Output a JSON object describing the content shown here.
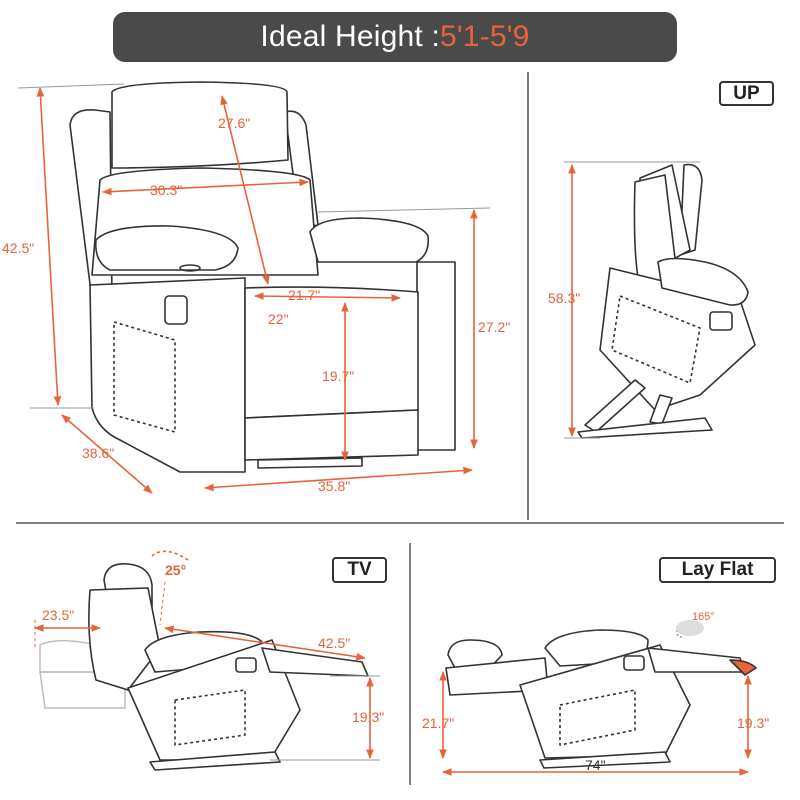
{
  "banner": {
    "label": "Ideal Height : ",
    "value": "5'1-5'9"
  },
  "views": {
    "up": "UP",
    "tv": "TV",
    "lay_flat": "Lay Flat"
  },
  "dimensions": {
    "back_height": "27.6\"",
    "back_width": "30.3\"",
    "total_height": "42.5\"",
    "seat_depth": "21.7\"",
    "seat_width": "22\"",
    "arm_height": "27.2\"",
    "seat_height": "19.7\"",
    "depth": "38.6\"",
    "width": "35.8\"",
    "up_height": "58.3\"",
    "tv_wall_clearance": "23.5\"",
    "tv_angle": "25°",
    "tv_extended_length": "42.5\"",
    "tv_footrest_height": "19.3\"",
    "flat_angle": "165°",
    "flat_back_height": "21.7\"",
    "flat_footrest_height": "19.3\"",
    "flat_total_length": "74\""
  },
  "colors": {
    "accent": "#e8633c",
    "banner_bg": "#4a4a4a",
    "line": "#333333"
  }
}
